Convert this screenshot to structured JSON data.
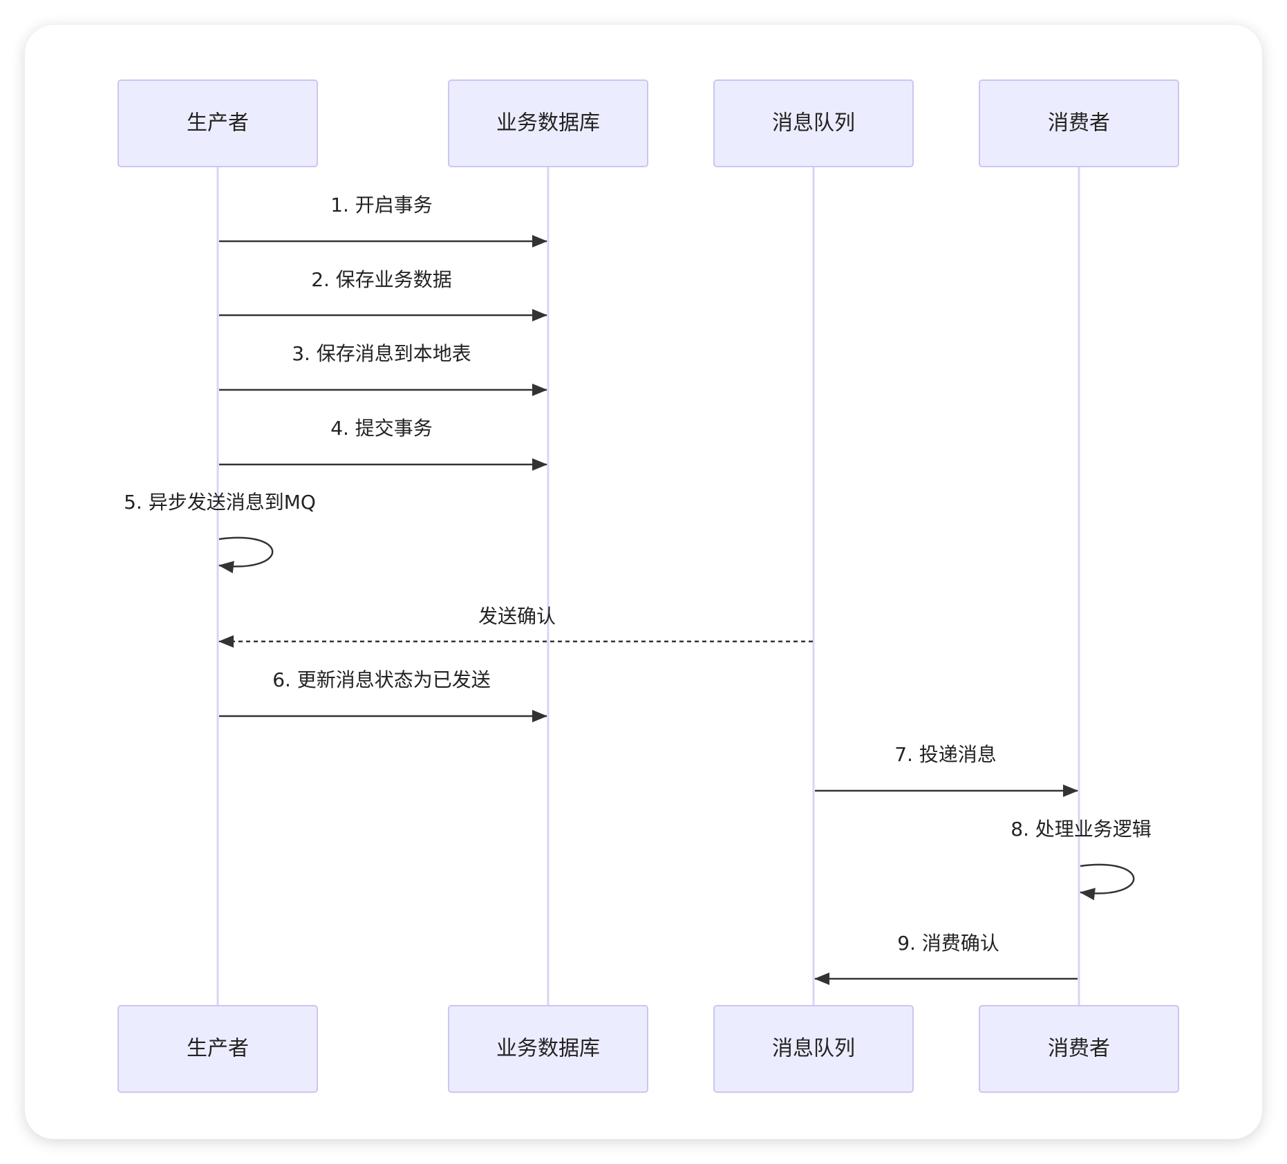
{
  "participants": [
    {
      "label": "生产者"
    },
    {
      "label": "业务数据库"
    },
    {
      "label": "消息队列"
    },
    {
      "label": "消费者"
    }
  ],
  "messages": [
    {
      "text": "1. 开启事务",
      "from": 0,
      "to": 1,
      "style": "solid"
    },
    {
      "text": "2. 保存业务数据",
      "from": 0,
      "to": 1,
      "style": "solid"
    },
    {
      "text": "3. 保存消息到本地表",
      "from": 0,
      "to": 1,
      "style": "solid"
    },
    {
      "text": "4. 提交事务",
      "from": 0,
      "to": 1,
      "style": "solid"
    },
    {
      "text": "5. 异步发送消息到MQ",
      "from": 0,
      "to": 0,
      "style": "self"
    },
    {
      "text": "发送确认",
      "from": 2,
      "to": 0,
      "style": "dashed"
    },
    {
      "text": "6. 更新消息状态为已发送",
      "from": 0,
      "to": 1,
      "style": "solid"
    },
    {
      "text": "7. 投递消息",
      "from": 2,
      "to": 3,
      "style": "solid"
    },
    {
      "text": "8. 处理业务逻辑",
      "from": 3,
      "to": 3,
      "style": "self"
    },
    {
      "text": "9. 消费确认",
      "from": 3,
      "to": 2,
      "style": "solid"
    }
  ],
  "colors": {
    "actor_fill": "#ececff",
    "actor_stroke": "#ccc5f0",
    "lifeline": "#d9d4f3",
    "arrow": "#333333"
  }
}
